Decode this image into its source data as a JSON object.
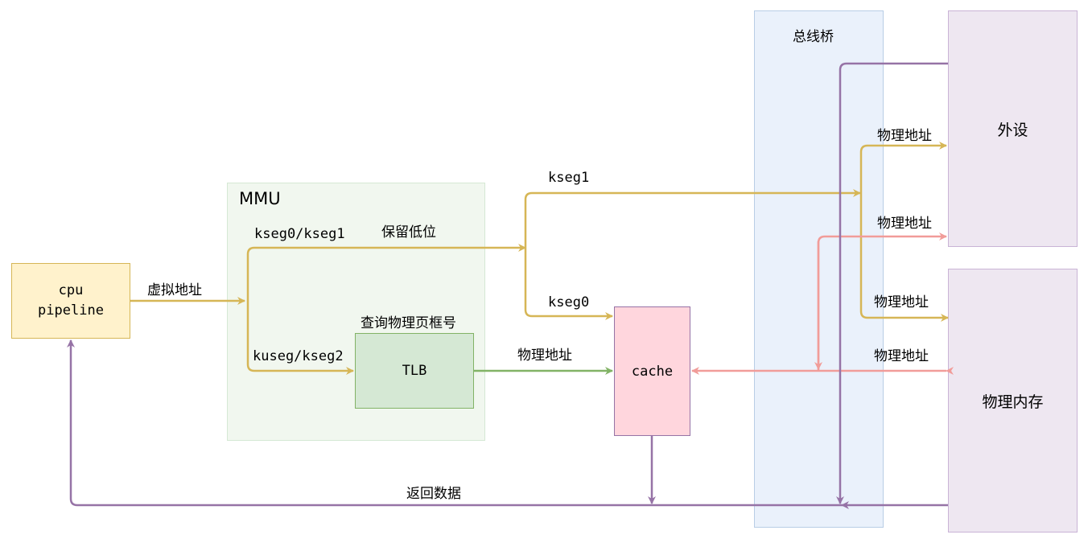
{
  "colors": {
    "yellow_line": "#d6b656",
    "green_line": "#82b366",
    "pink_line": "#f19c99",
    "purple_line": "#9673a6",
    "cpu_fill": "#fff2cc",
    "mmu_fill": "#f1f7ef",
    "tlb_fill": "#d5e8d4",
    "cache_fill": "#ffd6dd",
    "bridge_fill": "#eaf1fb",
    "device_fill": "#eee7f1"
  },
  "nodes": {
    "cpu": {
      "line1": "cpu",
      "line2": "pipeline"
    },
    "mmu": {
      "title": "MMU"
    },
    "tlb": {
      "label": "TLB",
      "caption": "查询物理页框号"
    },
    "cache": {
      "label": "cache"
    },
    "bus_bridge": {
      "title": "总线桥"
    },
    "peripheral": {
      "label": "外设"
    },
    "physical_memory": {
      "label": "物理内存"
    }
  },
  "edges": {
    "virtual_address": "虚拟地址",
    "kseg01": "kseg0/kseg1",
    "keep_low_bits": "保留低位",
    "kuseg_kseg2": "kuseg/kseg2",
    "kseg1": "kseg1",
    "kseg0": "kseg0",
    "tlb_to_cache": "物理地址",
    "to_peripheral_yellow": "物理地址",
    "to_peripheral_pink": "物理地址",
    "to_memory_yellow": "物理地址",
    "to_memory_pink": "物理地址",
    "return_data": "返回数据"
  }
}
